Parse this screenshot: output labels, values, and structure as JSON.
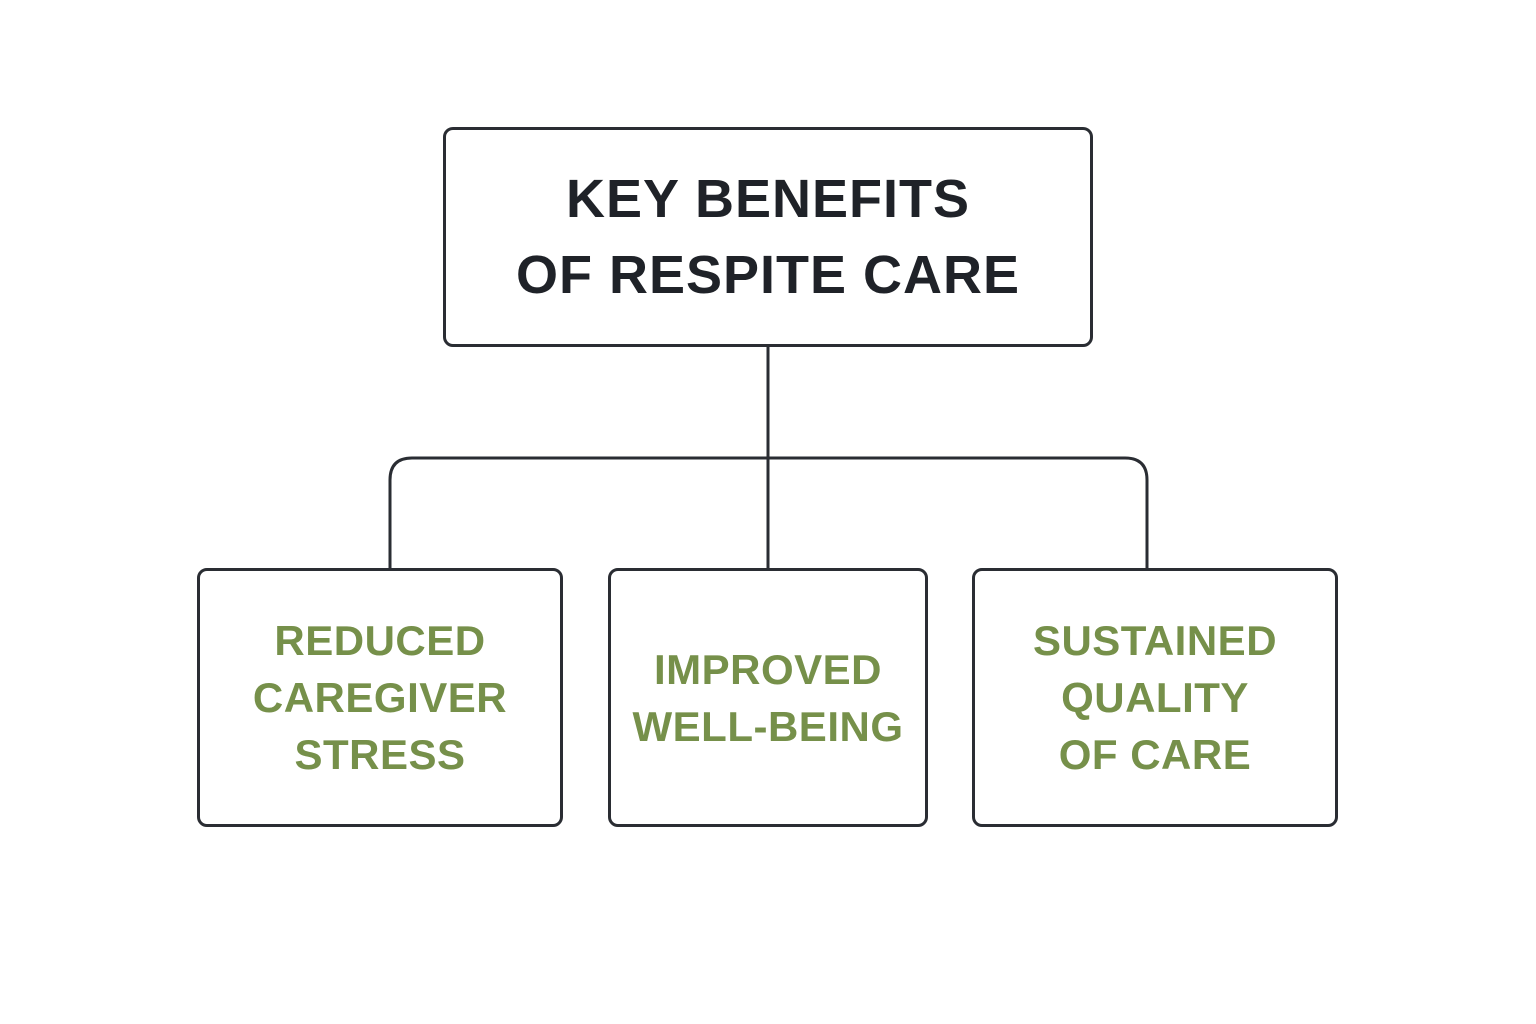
{
  "diagram": {
    "root": {
      "title": "KEY BENEFITS\nOF RESPITE CARE"
    },
    "children": [
      {
        "label": "REDUCED\nCAREGIVER\nSTRESS"
      },
      {
        "label": "IMPROVED\nWELL-BEING"
      },
      {
        "label": "SUSTAINED\nQUALITY\nOF CARE"
      }
    ]
  },
  "colors": {
    "border": "#2a2d33",
    "title_text": "#1f2228",
    "child_text": "#76904a",
    "background": "#ffffff"
  }
}
